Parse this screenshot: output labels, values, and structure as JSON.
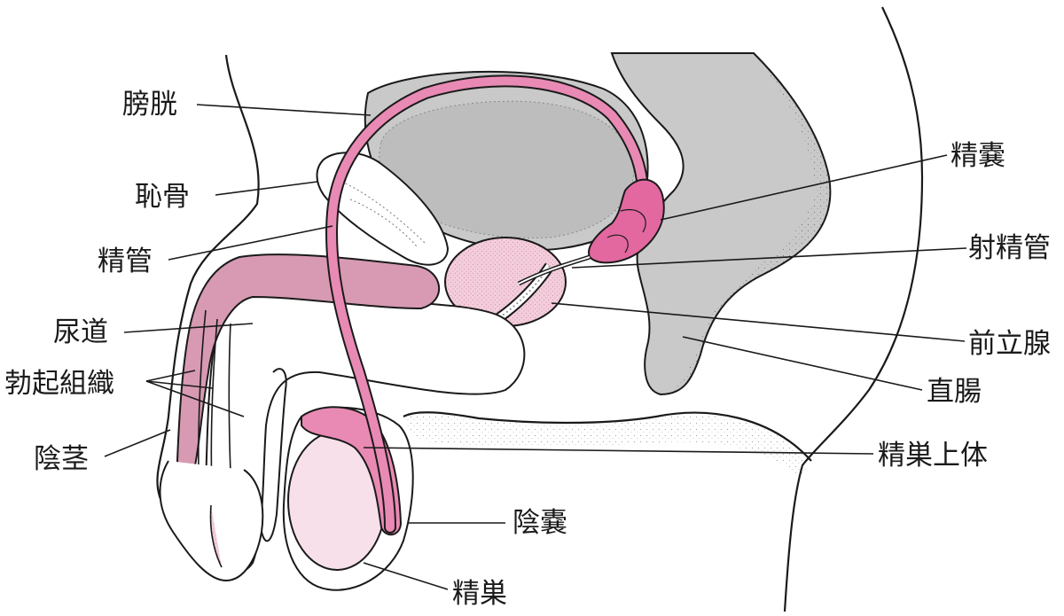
{
  "labels": {
    "bladder": "膀胱",
    "pubic_bone": "恥骨",
    "vas_deferens": "精管",
    "urethra": "尿道",
    "erectile_tissue": "勃起組織",
    "penis": "陰茎",
    "seminal_vesicle": "精嚢",
    "ejaculatory_duct": "射精管",
    "prostate": "前立腺",
    "rectum": "直腸",
    "epididymis": "精巣上体",
    "scrotum": "陰嚢",
    "testis": "精巣"
  },
  "colors": {
    "outline": "#1a1a1a",
    "organ_gray": "#c9c9c9",
    "vas_pink": "#e98ab4",
    "vesicle_pink": "#e2689f",
    "erectile_pink": "#d79ab2",
    "light_pink": "#f7e0ea",
    "prostate_pink": "#f0c4d4"
  }
}
